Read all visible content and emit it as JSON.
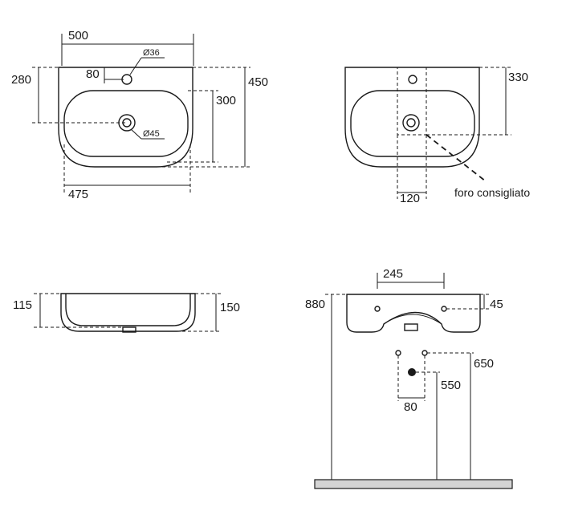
{
  "top_view": {
    "width_top": "500",
    "hole_offset": "80",
    "tap_hole_diameter": "Ø36",
    "left_depth": "280",
    "bowl_depth": "300",
    "total_depth": "450",
    "drain_diameter": "Ø45",
    "width_bottom": "475"
  },
  "rear_view": {
    "mounting_depth": "330",
    "recommended_hole_width": "120",
    "recommended_hole_label": "foro consigliato"
  },
  "side_view": {
    "inner_height": "115",
    "outer_height": "150"
  },
  "installation_view": {
    "fixing_distance": "245",
    "fixing_height": "45",
    "top_height": "880",
    "fixing_bolt_height": "650",
    "drain_height": "550",
    "drain_spacing": "80"
  }
}
